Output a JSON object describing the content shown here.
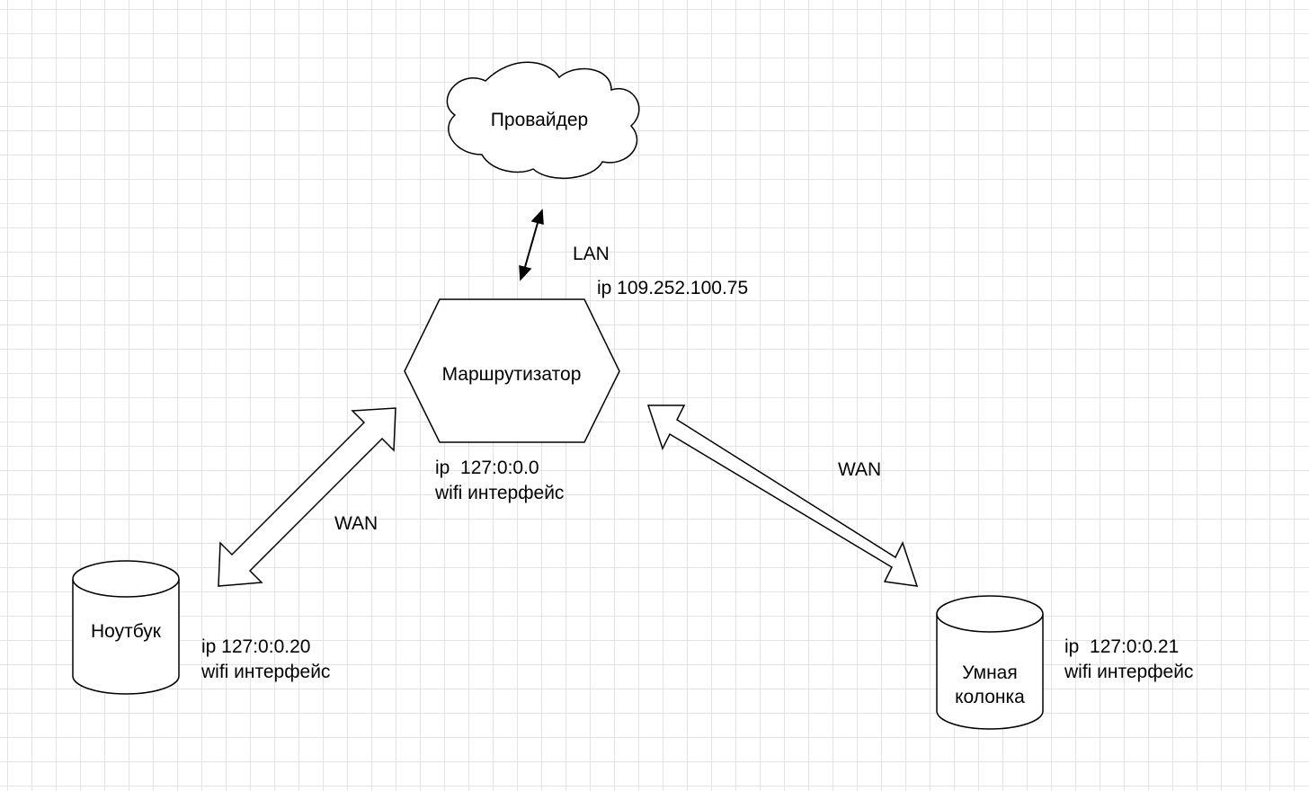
{
  "nodes": {
    "provider": {
      "label": "Провайдер"
    },
    "router": {
      "label": "Маршрутизатор"
    },
    "laptop": {
      "label": "Ноутбук"
    },
    "speaker": {
      "label_line1": "Умная",
      "label_line2": "колонка"
    }
  },
  "annotations": {
    "lan_label": "LAN",
    "router_external_ip": "ip 109.252.100.75",
    "router_ip": "ip  127:0:0.0",
    "router_interface": "wifi интерфейс",
    "laptop_ip": "ip 127:0:0.20",
    "laptop_interface": "wifi интерфейс",
    "speaker_ip": "ip  127:0:0.21",
    "speaker_interface": "wifi интерфейс",
    "wan_left": "WAN",
    "wan_right": "WAN"
  },
  "colors": {
    "stroke": "#000000",
    "fill": "#ffffff",
    "grid": "#e3e3e3"
  }
}
